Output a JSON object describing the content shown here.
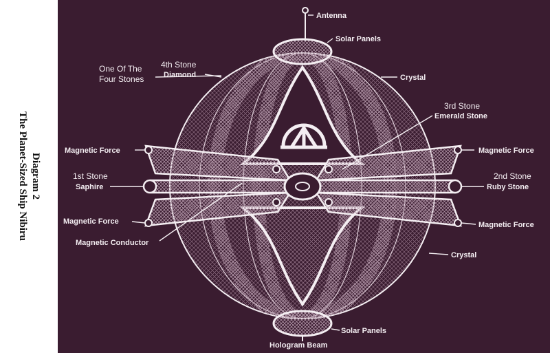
{
  "caption": {
    "line1": "Diagram 2",
    "line2": "The Planet-Sized Ship Nibiru"
  },
  "labels": {
    "antenna": "Antenna",
    "solar_top": "Solar Panels",
    "solar_bottom": "Solar Panels",
    "hologram": "Hologram Beam",
    "four_stones_1": "One Of The",
    "four_stones_2": "Four Stones",
    "fourth_stone": "4th Stone",
    "diamond": "Diamond",
    "crystal_top": "Crystal",
    "crystal_bottom": "Crystal",
    "third_stone": "3rd Stone",
    "emerald": "Emerald Stone",
    "mag_force_ul": "Magnetic Force",
    "mag_force_ur": "Magnetic Force",
    "mag_force_ll": "Magnetic Force",
    "mag_force_lr": "Magnetic Force",
    "first_stone": "1st Stone",
    "saphire": "Saphire",
    "second_stone": "2nd Stone",
    "ruby": "Ruby Stone",
    "mag_conductor": "Magnetic Conductor"
  },
  "colors": {
    "background": "#3a1c30",
    "line": "#f4eef2"
  }
}
